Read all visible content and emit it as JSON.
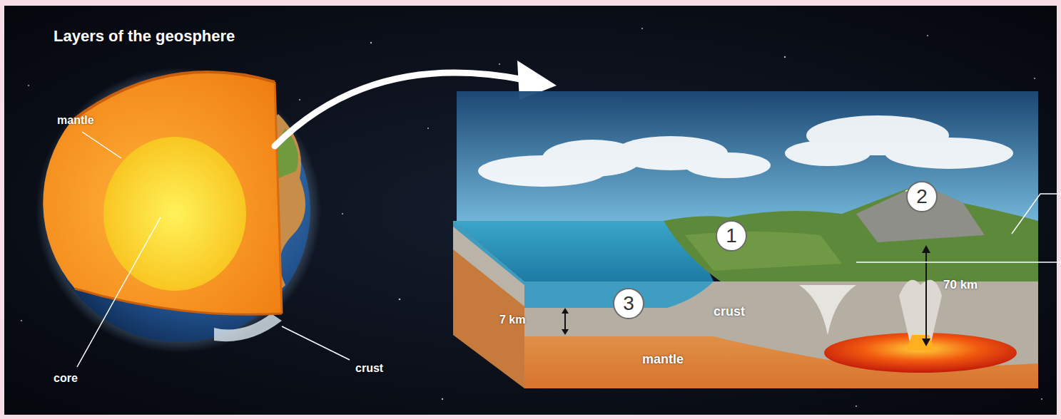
{
  "diagram": {
    "title": "Layers of the geosphere",
    "nodes": [
      {
        "text": [
          "1"
        ]
      },
      {
        "text": [
          "2"
        ]
      },
      {
        "text": [
          "3"
        ]
      }
    ],
    "labels": [
      "mantle",
      "core",
      "crust",
      "crust",
      "mantle",
      "7 km",
      "70 km"
    ]
  }
}
